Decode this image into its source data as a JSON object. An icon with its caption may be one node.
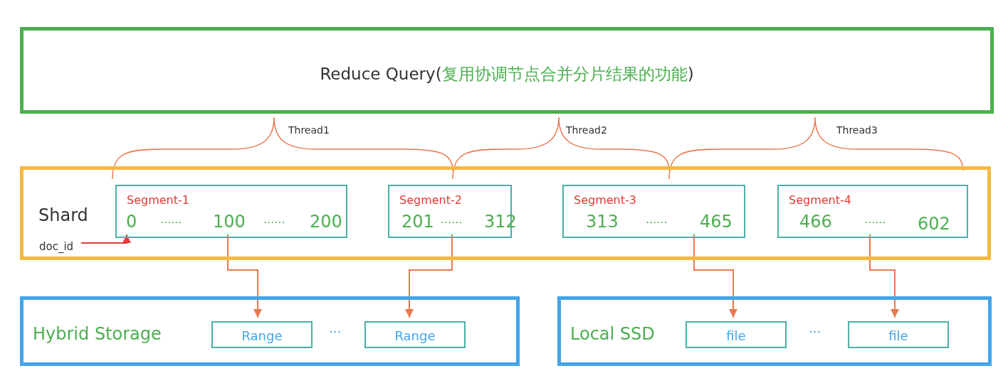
{
  "diagram": {
    "nodes": [
      {
        "text": [
          "Reduce Query",
          "(复用协调节点合并分片结果的功能)"
        ]
      },
      {
        "text": [
          "Shard"
        ]
      },
      {
        "text": [
          "Segment-1",
          "0",
          "······",
          "100",
          "······",
          "200"
        ],
        "in": 1
      },
      {
        "text": [
          "Segment-2",
          "201",
          "······",
          "312"
        ],
        "in": 1
      },
      {
        "text": [
          "Segment-3",
          "313",
          "······",
          "465"
        ],
        "in": 1
      },
      {
        "text": [
          "Segment-4",
          "466",
          "······",
          "602"
        ],
        "in": 1
      },
      {
        "text": [
          "doc_id"
        ],
        "in": 1
      },
      {
        "text": [
          "Hybrid Storage"
        ]
      },
      {
        "text": [
          "Range"
        ],
        "in": 7
      },
      {
        "text": [
          "Range"
        ],
        "in": 7
      },
      {
        "text": [
          "Local SSD"
        ]
      },
      {
        "text": [
          "file"
        ],
        "in": 10
      },
      {
        "text": [
          "file"
        ],
        "in": 10
      }
    ],
    "edges": [
      {
        "from": 6,
        "to": 2,
        "arrow": "to",
        "color": "#e53935"
      },
      {
        "from": 2,
        "to": 8,
        "arrow": "to"
      },
      {
        "from": 3,
        "to": 9,
        "arrow": "to"
      },
      {
        "from": 4,
        "to": 11,
        "arrow": "to"
      },
      {
        "from": 5,
        "to": 12,
        "arrow": "to"
      }
    ],
    "labels": [
      "Thread1",
      "Thread2",
      "Thread3",
      "···",
      "···"
    ]
  }
}
